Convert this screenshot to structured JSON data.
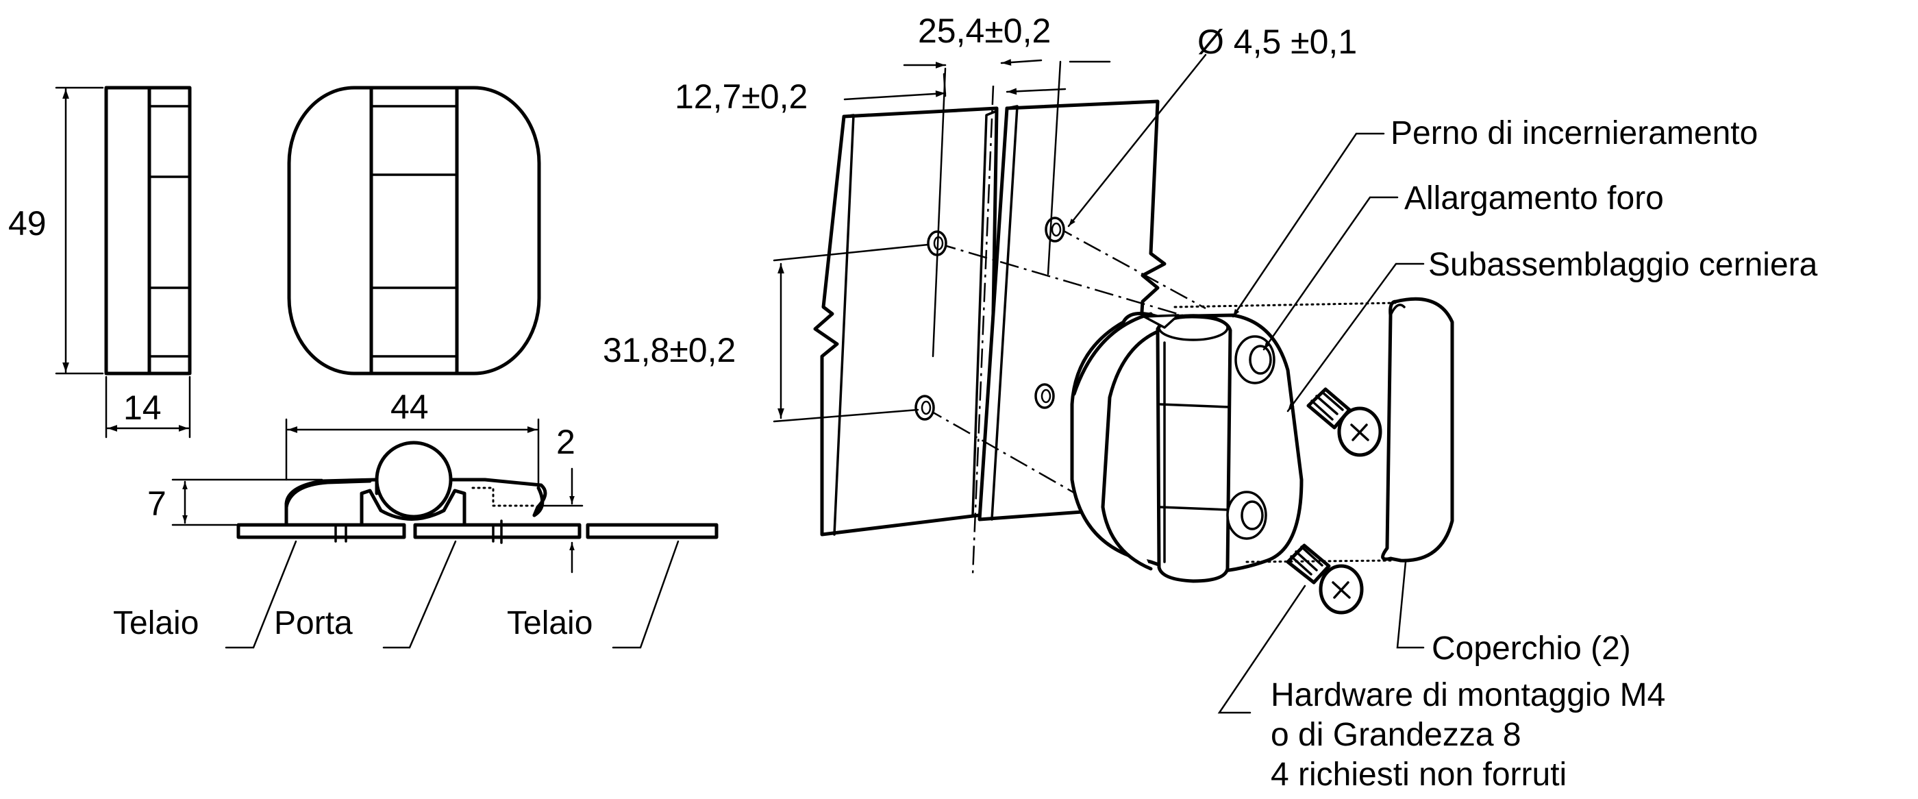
{
  "dimensions": {
    "height_49": "49",
    "width_14": "14",
    "width_44": "44",
    "height_7": "7",
    "gap_2": "2",
    "spacing_25_4": "25,4±0,2",
    "offset_12_7": "12,7±0,2",
    "hole_diameter": "Ø 4,5 ±0,1",
    "vertical_31_8": "31,8±0,2"
  },
  "labels": {
    "frame_left": "Telaio",
    "door": "Porta",
    "frame_right": "Telaio",
    "hinge_pin": "Perno di incernieramento",
    "hole_enlargement": "Allargamento foro",
    "hinge_subassembly": "Subassemblaggio cerniera",
    "cover": "Coperchio (2)",
    "hardware_line1": "Hardware di montaggio M4",
    "hardware_line2": "o di Grandezza 8",
    "hardware_line3": "4 richiesti non forruti"
  }
}
